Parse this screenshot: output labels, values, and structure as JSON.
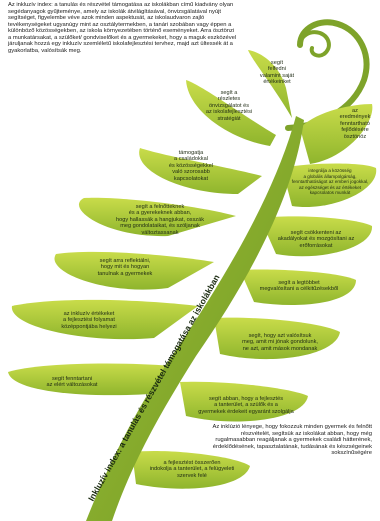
{
  "intro_text": "Az inkluzív index: a tanulás és részvétel támogatása az iskolákban című kiadvány olyan segédanyagok gyűjteménye, amely az iskolák átvilágításával, önvizsgálatával nyújt segítséget, figyelembe véve azok minden aspektusát, az iskolaudvaron zajló tevékenységeket ugyanúgy mint az osztálytermekben, a tanári szobában vagy éppen a különböző közösségekben, az iskola környezetében történő eseményeket. Arra ösztönzi a munkatársakat, a szülőket/ gondviselőket és a gyermekeket, hogy a maguk eszközével járuljanak hozzá egy inkluzív szemléletű iskolafejlesztési tervhez, majd azt ültessék át a gyakorlatba, valósítsák meg.",
  "stem_label": "Inkluzív index: a tanulás és részvétel támogatása az iskolákban",
  "bottom_text": "Az inklúzió lényege, hogy fokozzuk minden gyermek és felnőtt részvételét, segítsük az iskolákat abban, hogy még rugalmasabban reagáljanak a gyermekek családi hátterének, érdeklődésének, tapasztalatának, tudásának és készségeinek sokszínűségére",
  "leaflets": [
    {
      "text": "segít\nfelfedni\nvalamint saját\nértékeinket"
    },
    {
      "text": "segít a\nrészletes\nönvizsgálatot és\naz iskolafejlesztési\nstratégiát"
    },
    {
      "text": "az\neredmények\nfenntartható\nfejlődésére\nösztönöz"
    },
    {
      "text": "támogatja\na családokkal\nés közösségekkel\nvaló szorosabb\nkapcsolatokat"
    },
    {
      "text": "integrálja a közösség\na globális állampolgárság,\nfenntarthatóságot az emberi jogokkal,\naz egészséget és az értékeket\nkapcsolatos munkát"
    },
    {
      "text": "segít a felnőtteknek\nés a gyerekeknek abban,\nhogy hallassák a hangjukat, osszák\nmeg gondolataikat, és szóljanak\nváltoztassanak"
    },
    {
      "text": "segít csökkenteni az\nakadályokat és mozgósítani az\nerőforrásokat"
    },
    {
      "text": "segít arra reflektálni,\nhogy mit és hogyan\ntanulnak a gyermekek"
    },
    {
      "text": "segít a legtöbbet\nmegvalósítani a célkitűzésekből"
    },
    {
      "text": "az inkluzív értékeket\na fejlesztési folyamat\nközéppontjába helyezi"
    },
    {
      "text": "segít, hogy azt valósítsuk\nmeg, amit mi jónak gondolunk,\nne azt, amit mások mondanak"
    },
    {
      "text": "segít fenntartani\naz elért változásokat"
    },
    {
      "text": "segít abban, hogy a fejlesztés\na tanterület, a szülők és a\ngyermekek érdekeit egyaránt szolgálja"
    },
    {
      "text": "a fejlesztést összerően\nindokolja a tanterület, a felügyeleti\nszervek felé"
    }
  ]
}
